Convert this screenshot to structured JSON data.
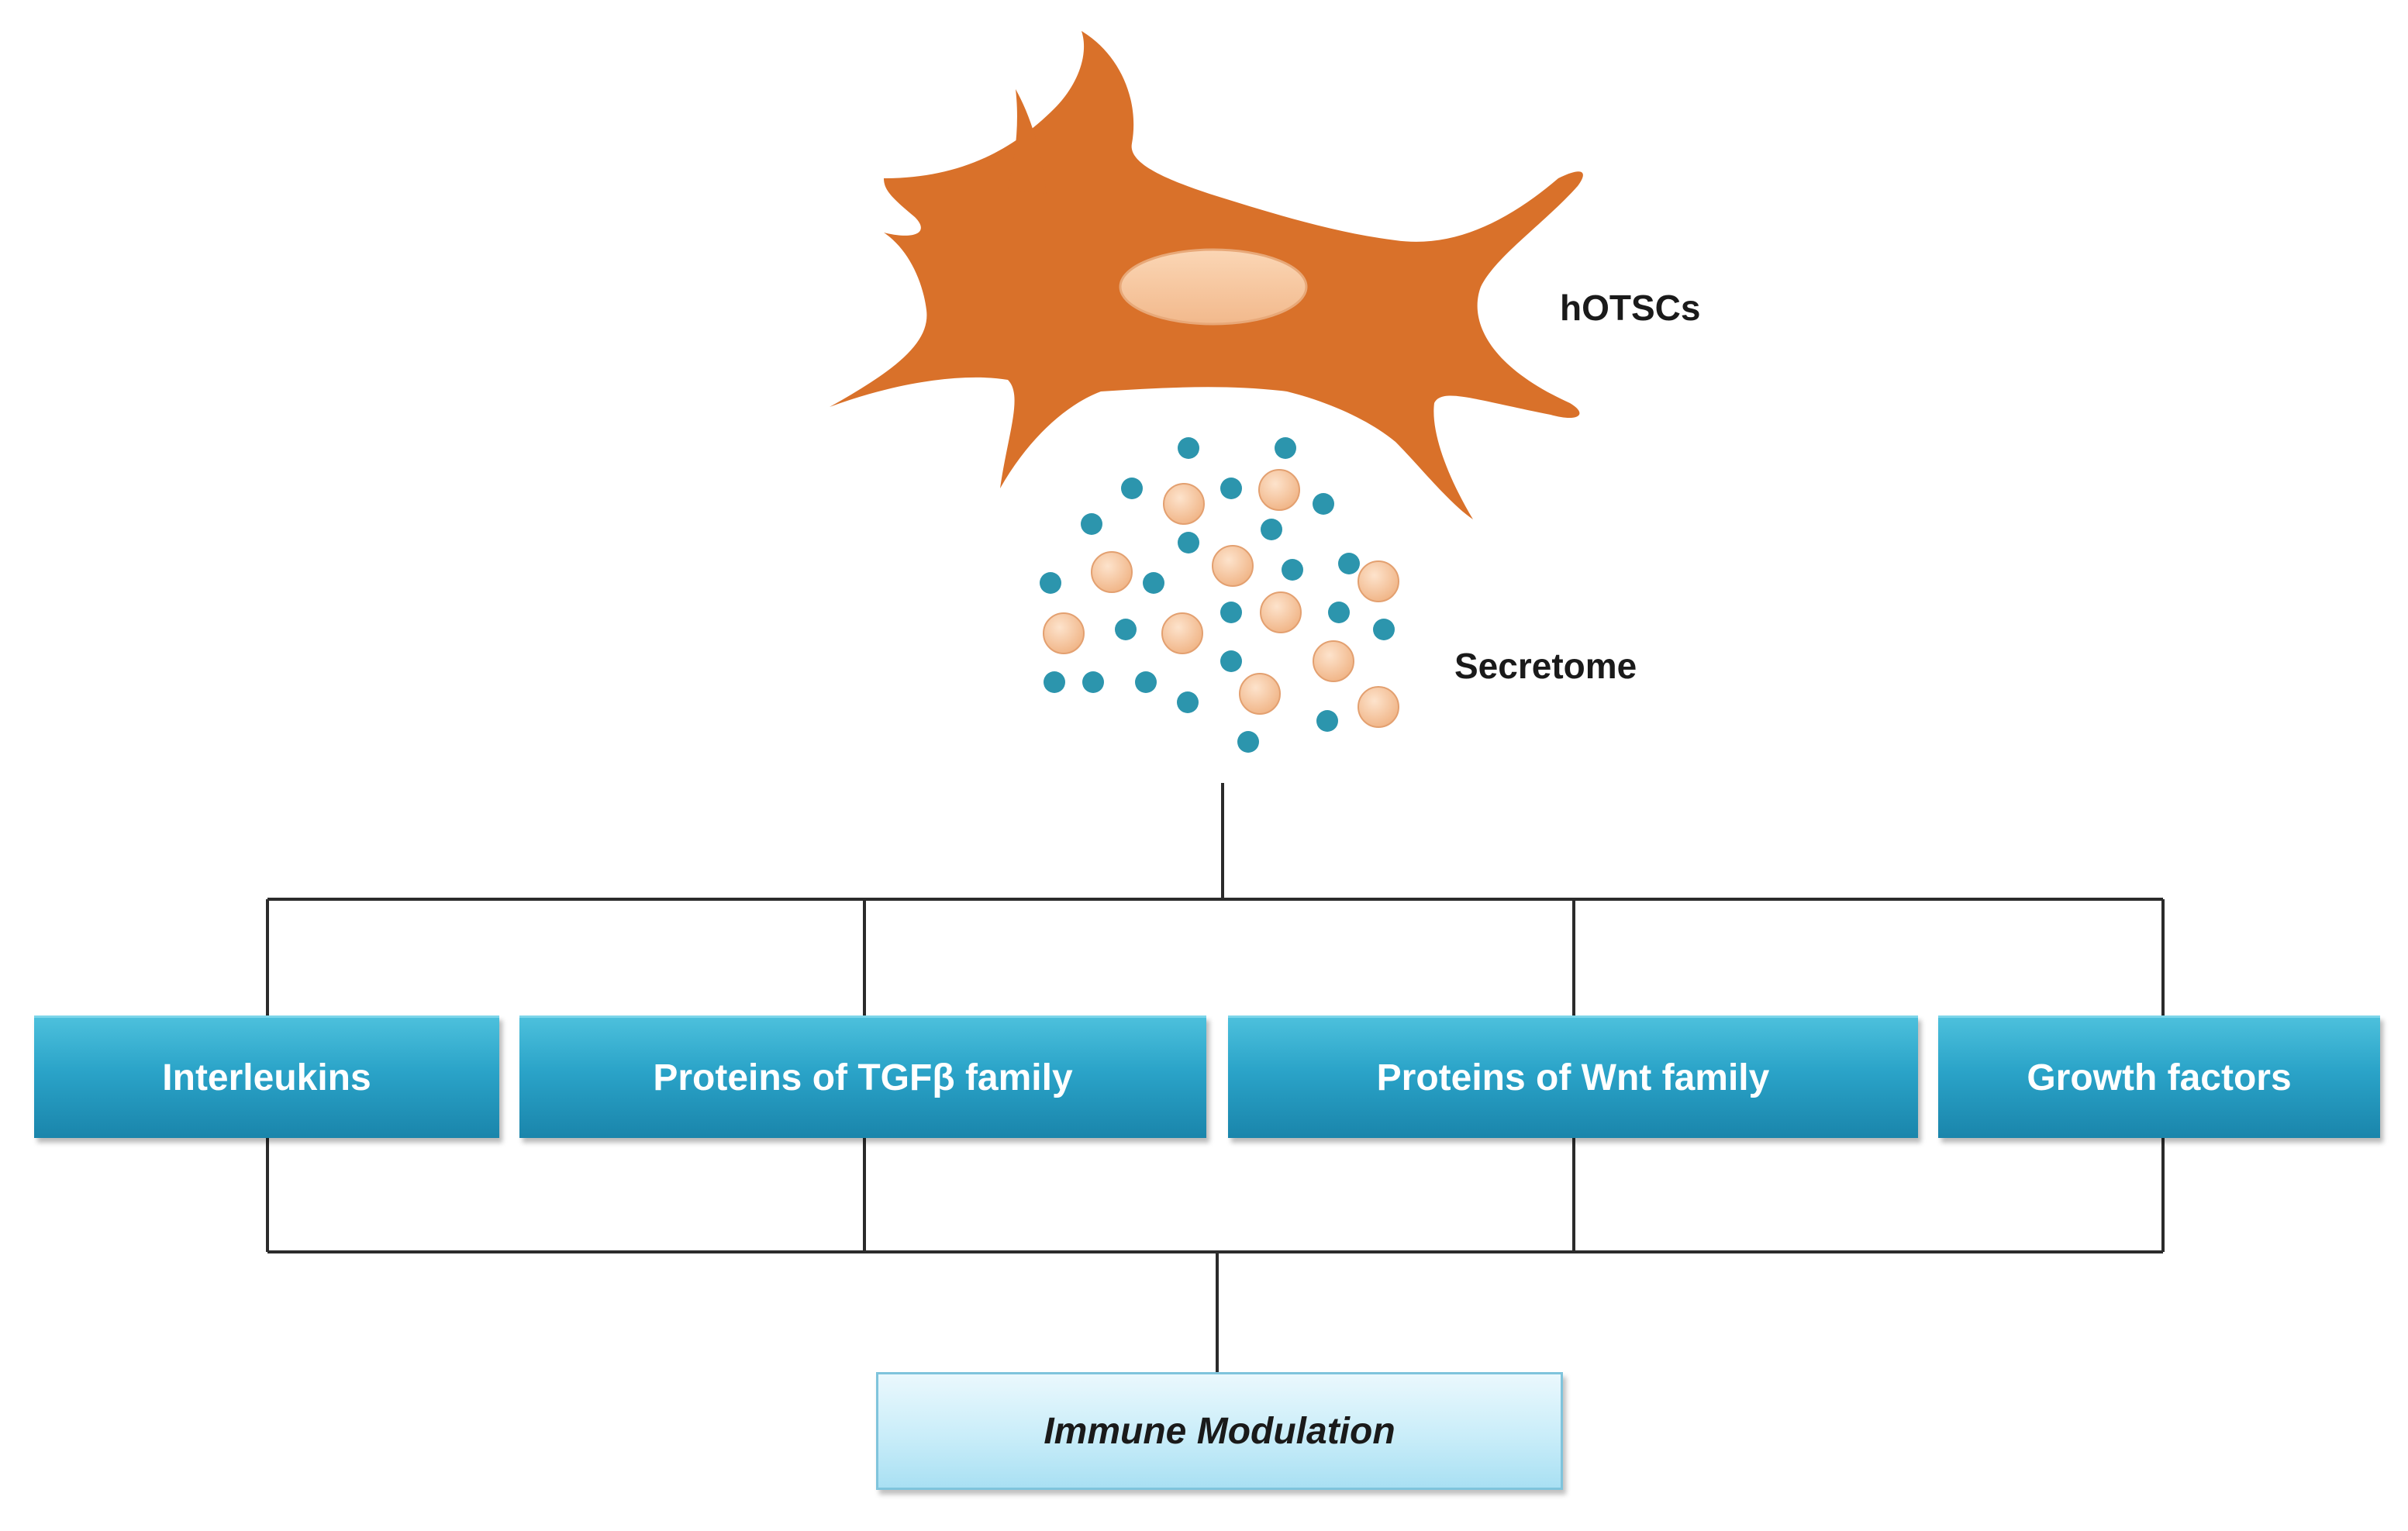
{
  "diagram": {
    "cell_label": "hOTSCs",
    "secretome_label": "Secretome",
    "categories": [
      "Interleukins",
      "Proteins of TGFβ family",
      "Proteins of Wnt family",
      "Growth factors"
    ],
    "outcome": "Immune Modulation"
  },
  "colors": {
    "cell_body": "#d9712a",
    "nucleus": "#f7c59c",
    "small_particle": "#2c95ad",
    "large_particle": "#f7c59c",
    "category_box": "#2aa3c8",
    "outcome_box": "#c9edf9",
    "connector": "#2b2b2b"
  },
  "icons": [
    "cell-icon",
    "nucleus-icon",
    "secretome-particles-icon"
  ]
}
